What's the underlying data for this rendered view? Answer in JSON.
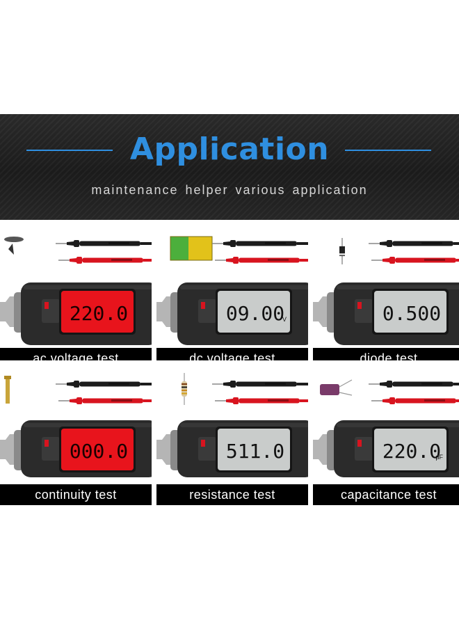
{
  "banner": {
    "title": "Application",
    "subtitle": "maintenance helper  various application"
  },
  "cards": [
    {
      "label": "ac voltage test",
      "reading": "220.0",
      "unit": "",
      "display_color": "#e8141c",
      "text_color": "#1a0000",
      "component": "probe-tip"
    },
    {
      "label": "dc voltage test",
      "reading": "09.00",
      "unit": "V",
      "display_color": "#c9cccb",
      "text_color": "#111111",
      "component": "battery"
    },
    {
      "label": "diode test",
      "reading": "0.500",
      "unit": "",
      "display_color": "#c9cccb",
      "text_color": "#111111",
      "component": "diode"
    },
    {
      "label": "continuity test",
      "reading": "000.0",
      "unit": "",
      "display_color": "#e8141c",
      "text_color": "#1a0000",
      "component": "terminal"
    },
    {
      "label": "resistance test",
      "reading": "511.0",
      "unit": "",
      "display_color": "#c9cccb",
      "text_color": "#111111",
      "component": "resistor"
    },
    {
      "label": "capacitance test",
      "reading": "220.0",
      "unit": "μF",
      "display_color": "#c9cccb",
      "text_color": "#111111",
      "component": "capacitor"
    }
  ],
  "colors": {
    "accent": "#2f8fe0",
    "probe_red": "#d8141f",
    "probe_black": "#1c1c1c",
    "meter_body": "#2b2b2b"
  }
}
